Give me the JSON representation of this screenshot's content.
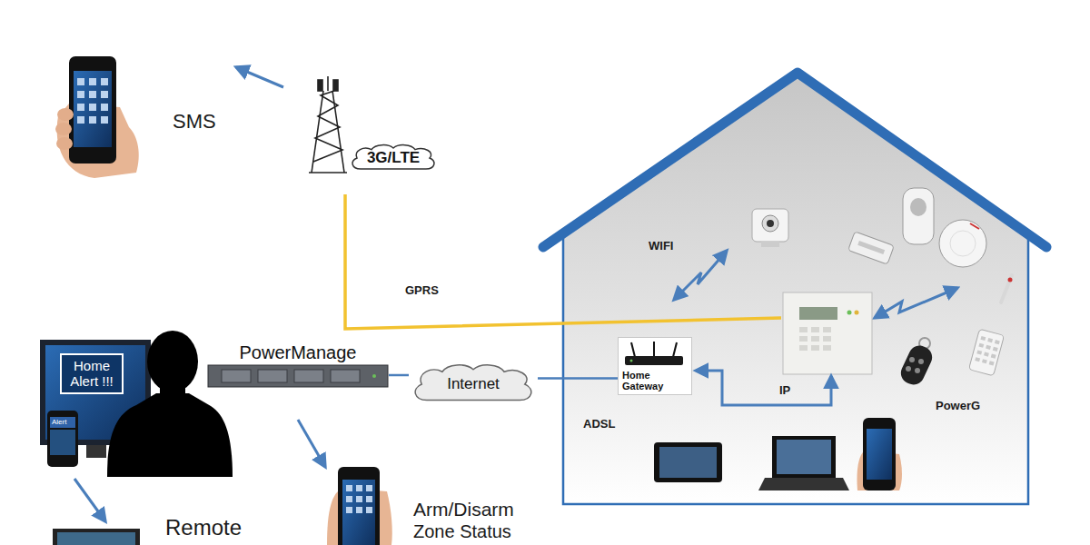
{
  "diagram": {
    "nodes": [
      {
        "text": [
          "3G/LTE"
        ]
      },
      {
        "text": [
          "Home Alert !!!"
        ]
      },
      {
        "text": [
          "PowerManage"
        ]
      },
      {
        "text": [
          "Internet"
        ]
      },
      {
        "text": [
          "Home Gateway"
        ]
      },
      {
        "text": [
          "Alert"
        ]
      }
    ],
    "edges": [
      {
        "from": 2,
        "to": 3,
        "arrow": "none"
      },
      {
        "from": 3,
        "to": 4,
        "arrow": "none"
      }
    ],
    "labels": [
      "SMS",
      "WIFI",
      "GPRS",
      "ADSL",
      "IP",
      "PowerG",
      "Remote",
      "Arm/Disarm",
      "Zone Status"
    ]
  }
}
